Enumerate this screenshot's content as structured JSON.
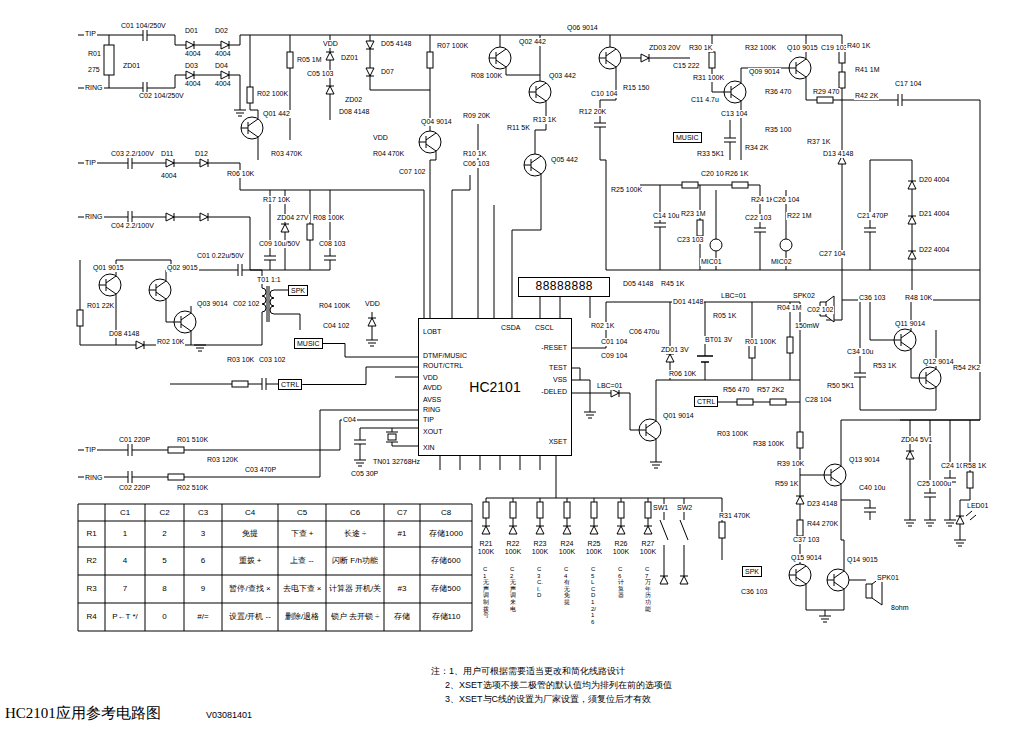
{
  "diagram": {
    "title": "HC2101应用参考电路图",
    "nodes": [
      {
        "text": [
          "MUSIC"
        ]
      },
      {
        "text": [
          "88888888"
        ]
      },
      {
        "text": [
          "SPK"
        ]
      },
      {
        "text": [
          "HC2101"
        ]
      },
      {
        "text": [
          "MUSIC"
        ]
      },
      {
        "text": [
          "CTRL"
        ]
      },
      {
        "text": [
          "CTRL"
        ]
      },
      {
        "text": [
          "SPK"
        ]
      }
    ],
    "edges": [
      {
        "from": 4,
        "to": 3,
        "arrow": "none"
      },
      {
        "from": 5,
        "to": 3,
        "arrow": "none"
      }
    ],
    "labels": [
      "TIP",
      "RING",
      "R01",
      "275",
      "ZD01",
      "C01 104/250V",
      "C02 104/250V",
      "D01",
      "D02",
      "4004",
      "4004",
      "D03",
      "D04",
      "4004",
      "4004",
      "R05 1M",
      "R02 100K",
      "Q01 442",
      "C05 103",
      "VDD",
      "DZ01",
      "D05 4148",
      "R07 100K",
      "D07",
      "ZD02",
      "D08 4148",
      "Q02 442",
      "Q03 442",
      "R08 100K",
      "R11 5K",
      "R13 1K",
      "Q04 9014",
      "VDD",
      "R04 470K",
      "R09 20K",
      "R10 1K",
      "C06 103",
      "Q05 442",
      "R03 470K",
      "C07 102",
      "Q06 9014",
      "R12 20K",
      "ZD03 20V",
      "R15 150",
      "C10 104",
      "C15 222",
      "TIP",
      "RING",
      "C03 2.2/100V",
      "C04 2.2/100V",
      "D11",
      "4004",
      "D12",
      "R06 10K",
      "R17 10K",
      "ZD04 27V",
      "R08 100K",
      "C09 10u/50V",
      "C08 103",
      "Q01 9015",
      "Q02 9015",
      "Q03 9014",
      "R01 22K",
      "D08 4148",
      "R02 10K",
      "C01 0.22u/50V",
      "T01 1:1",
      "C02 102",
      "R04 100K",
      "C04 102",
      "VDD",
      "R03 10K",
      "C03 102",
      "DTMF/MUSIC",
      "ROUT/CTRL",
      "VDD",
      "AVDD",
      "AVSS",
      "RING",
      "TIP",
      "XOUT",
      "XIN",
      "-RESET",
      "TEST",
      "VSS",
      "-DELED",
      "XSET",
      "LOBT",
      "CSDA",
      "CSCL",
      "C04",
      "C05 30P",
      "TN01 32768Hz",
      "TIP",
      "RING",
      "C01 220P",
      "C02 220P",
      "R01 510K",
      "R02 510K",
      "R03 120K",
      "C03 470P",
      "D05 4148",
      "R45 1K",
      "D01 4148",
      "R02 1K",
      "C06 470u",
      "C01 104",
      "C09 104",
      "ZD01 3V",
      "BT01 3V",
      "LBC=01",
      "R01 100K",
      "R05 1K",
      "R04 1M",
      "C02 102",
      "LBC=01",
      "R06 10K",
      "Q01 9014",
      "R56 470",
      "R57 2K2",
      "R03 100K",
      "R30 1K",
      "R31 100K",
      "Q09 9014",
      "R32 100K",
      "Q10 9015",
      "C19 103",
      "R40 1K",
      "R41 1M",
      "R42 2K",
      "C17 104",
      "R29 470",
      "R36 470",
      "C13 104",
      "R35 100",
      "R34 2K",
      "R37 1K",
      "D13 4148",
      "C11 4.7u",
      "R33 5K1",
      "R25 100K",
      "C14 10u",
      "C20 104",
      "R26 1K",
      "R23 1M",
      "C23 103",
      "C22 103",
      "R24 1K",
      "C26 104",
      "R22 1M",
      "MIC01",
      "MIC02",
      "C21 470P",
      "C27 104",
      "D20 4004",
      "D21 4004",
      "D22 4004",
      "SPK02",
      "C36 103",
      "R48 10K",
      "Q11 9014",
      "Q12 9014",
      "C34 10u",
      "R53 1K",
      "R50 5K1",
      "C28 104",
      "R54 2K2",
      "150mW",
      "R38 100K",
      "R39 10K",
      "Q13 9014",
      "R59 1K",
      "D23 4148",
      "C40 10u",
      "R44 270K",
      "Q15 9014",
      "Q14 9015",
      "C37 103",
      "C36 103",
      "SPK01",
      "8ohm",
      "ZD04 5V1",
      "C25 1000u",
      "C24 104",
      "R58 1K",
      "LED01",
      "R21 100K",
      "R22 100K",
      "R23 100K",
      "R24 100K",
      "R25 100K",
      "R26 100K",
      "R27 100K",
      "C1 无声调制拨号",
      "C2 无声调来电",
      "C3 C.I.D",
      "C4 有无免提",
      "C5 LCD 12/16",
      "C6 计算器",
      "C7 万年历功能",
      "SW1",
      "SW2",
      "R31 470K",
      "C1",
      "C2",
      "C3",
      "C4",
      "C5",
      "C6",
      "C7",
      "C8",
      "R1",
      "R2",
      "R3",
      "R4",
      "1",
      "2",
      "3",
      "免提",
      "下查 +",
      "长途 ÷",
      "#1",
      "存储1000",
      "4",
      "5",
      "6",
      "重拨 +",
      "上查 --",
      "闪断 F/h功能",
      "存储600",
      "7",
      "8",
      "9",
      "暂停/查找 ×",
      "去电下查 ×",
      "计算器 开机/关",
      "#3",
      "存储500",
      "P←T */",
      "0",
      "#/=",
      "设置/开机 --",
      "删除/退格",
      "锁户 去开锁 ÷",
      "存储",
      "存储110",
      "注：1、用户可根据需要适当更改和简化线路设计",
      "2、XSET选项不接二极管的默认值均为排列在前的选项值",
      "3、XSET与C线的设置为厂家设置，须复位后才有效",
      "V03081401"
    ]
  }
}
